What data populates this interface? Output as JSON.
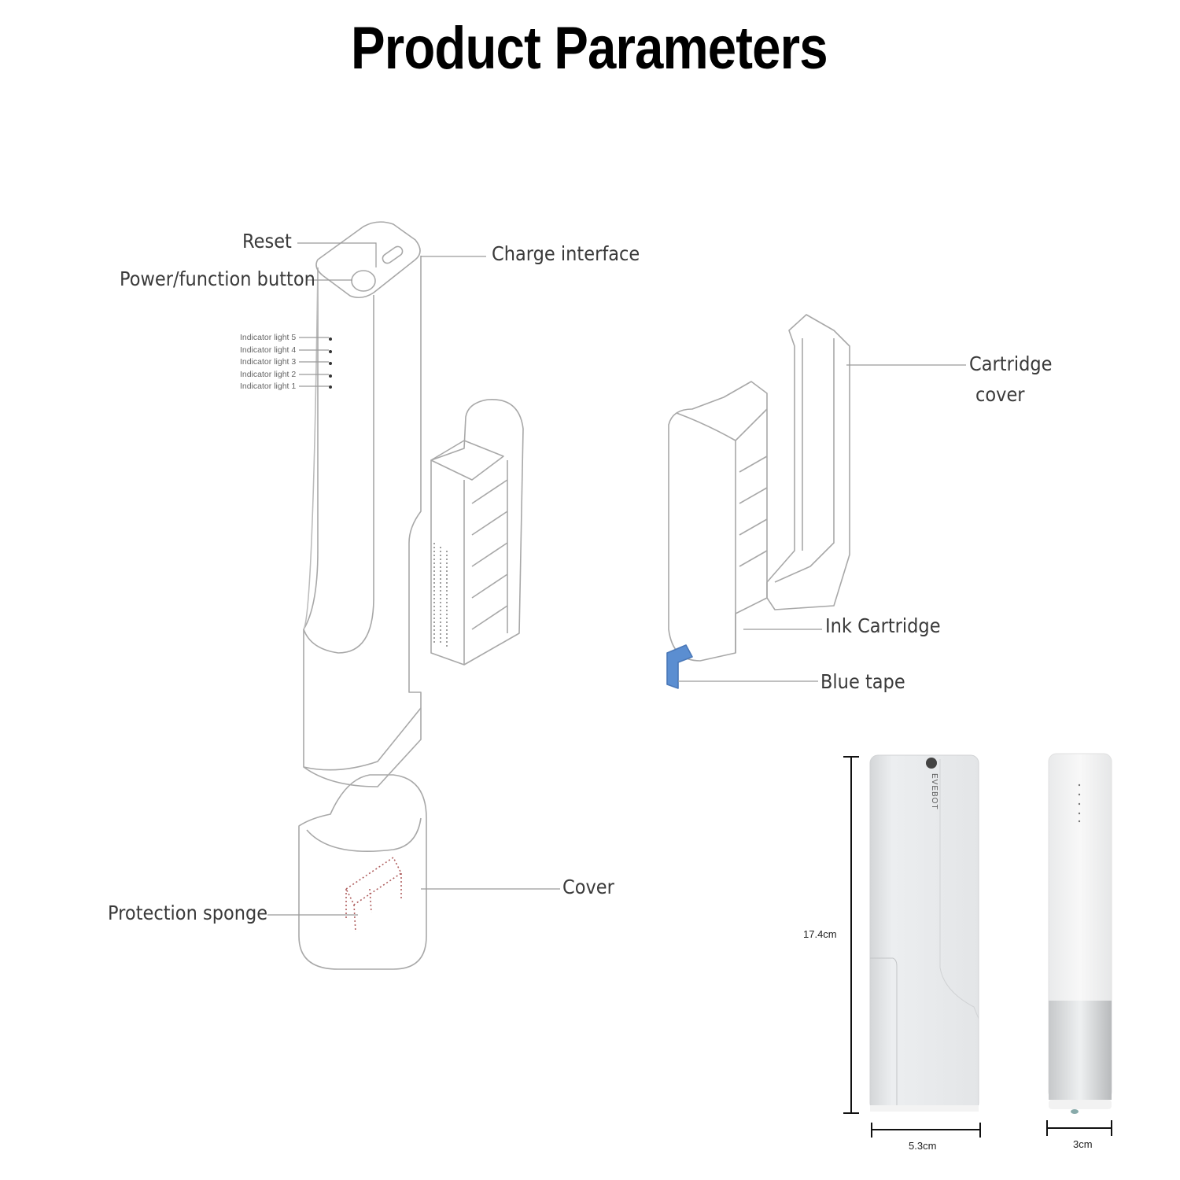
{
  "title": "Product Parameters",
  "labels": {
    "reset": "Reset",
    "power": "Power/function button",
    "charge": "Charge interface",
    "indicators": [
      "Indicator light 5",
      "Indicator light 4",
      "Indicator light 3",
      "Indicator light 2",
      "Indicator light 1"
    ],
    "cartridge_cover_1": "Cartridge",
    "cartridge_cover_2": "cover",
    "ink_cartridge": "Ink Cartridge",
    "blue_tape": "Blue tape",
    "cover": "Cover",
    "protection_sponge": "Protection sponge"
  },
  "dimensions": {
    "height": "17.4cm",
    "width": "5.3cm",
    "depth": "3cm"
  },
  "brand": "EVEBOT",
  "colors": {
    "blue_tape": "#5b8ed1",
    "line": "#9a9a9a"
  }
}
